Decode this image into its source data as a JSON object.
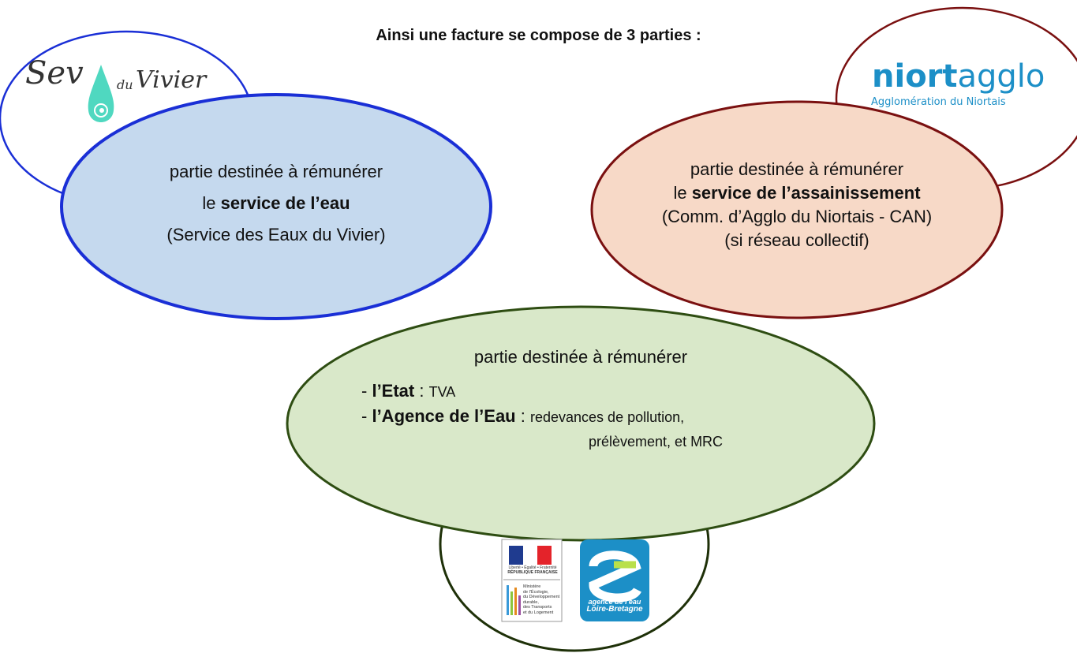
{
  "title": "Ainsi une facture se compose de 3 parties :",
  "logos": {
    "sev_vivier": {
      "sev": "Sev",
      "du": "du",
      "vivier": "Vivier"
    },
    "niort_agglo": {
      "niort": "niort",
      "agglo": "agglo",
      "subtitle": "Agglomération du Niortais"
    },
    "republique": {
      "motto": "Liberté • Égalité • Fraternité",
      "republic": "RÉPUBLIQUE FRANÇAISE",
      "ministry": [
        "Ministère",
        "de l'Écologie,",
        "du Développement",
        "durable,",
        "des Transports",
        "et du Logement"
      ]
    },
    "agence_eau": {
      "line1": "agence de l'eau",
      "line2": "Loire-Bretagne"
    }
  },
  "parts": {
    "water": {
      "intro": "partie destinée à rémunérer",
      "le": "le",
      "service": "service de l’eau",
      "provider": "(Service des Eaux du Vivier)"
    },
    "sanitation": {
      "intro": "partie destinée à rémunérer",
      "le": "le",
      "service": "service de l’assainissement",
      "provider": "(Comm. d’Agglo du Niortais - CAN)",
      "condition": "(si réseau collectif)"
    },
    "state": {
      "intro": "partie destinée à rémunérer",
      "dash": "-",
      "etat": "l’Etat",
      "etat_sep": ":",
      "etat_detail": "TVA",
      "agence": "l’Agence de l’Eau",
      "agence_sep": ":",
      "agence_detail_1": "redevances de pollution,",
      "agence_detail_2": "prélèvement, et MRC"
    }
  },
  "colors": {
    "blue_fill": "#c5d9ee",
    "blue_stroke": "#1a2fd6",
    "red_fill": "#f7d9c7",
    "red_stroke": "#7a1010",
    "green_fill": "#d9e8c9",
    "green_stroke": "#2e4d12",
    "niort_blue": "#1c8fc7",
    "sev_turquoise": "#4fd8c0"
  }
}
